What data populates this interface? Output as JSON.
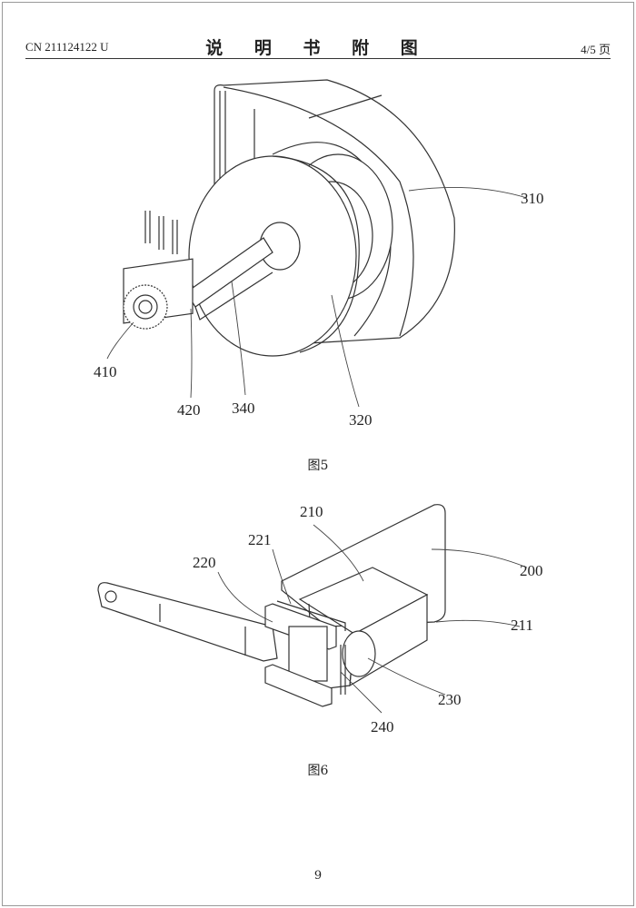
{
  "header": {
    "publication_number": "CN 211124122 U",
    "title": "说 明 书 附 图",
    "page_indicator": "4/5 页"
  },
  "figures": [
    {
      "caption": "图5",
      "labels": [
        "310",
        "320",
        "340",
        "420",
        "410"
      ]
    },
    {
      "caption": "图6",
      "labels": [
        "210",
        "221",
        "220",
        "200",
        "211",
        "230",
        "240"
      ]
    }
  ],
  "footer": {
    "page_number": "9"
  }
}
